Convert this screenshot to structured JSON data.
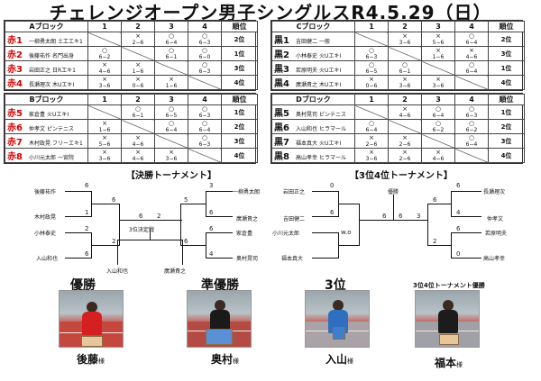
{
  "title": "チェレンジオープン男子シングルスR4.5.29（日）",
  "blocks": {
    "A": {
      "name": "Aブロック",
      "cols": [
        "1",
        "2",
        "3",
        "4",
        "順位"
      ],
      "rows": [
        {
          "id": "赤1",
          "name": "一柳勇太朗",
          "club": "土工エキ1",
          "cells": [
            null,
            {
              "m": "×",
              "s": "2−6"
            },
            {
              "m": "○",
              "s": "6−4"
            },
            {
              "m": "○",
              "s": "6−3"
            }
          ],
          "rank": "2位"
        },
        {
          "id": "赤2",
          "name": "後藤祐作",
          "club": "名門出身",
          "cells": [
            {
              "m": "○",
              "s": "6−2"
            },
            null,
            {
              "m": "○",
              "s": "6−1"
            },
            {
              "m": "○",
              "s": "6−0"
            }
          ],
          "rank": "1位"
        },
        {
          "id": "赤3",
          "name": "岩田正之",
          "club": "日R工キ1",
          "cells": [
            {
              "m": "×",
              "s": "4−6"
            },
            {
              "m": "×",
              "s": "1−6"
            },
            null,
            {
              "m": "○",
              "s": "6−3"
            }
          ],
          "rank": "3位"
        },
        {
          "id": "赤4",
          "name": "長瀬理次",
          "club": "木UエキI",
          "cells": [
            {
              "m": "×",
              "s": "3−6"
            },
            {
              "m": "×",
              "s": "0−6"
            },
            {
              "m": "×",
              "s": "1−6"
            },
            null
          ],
          "rank": "4位"
        }
      ]
    },
    "B": {
      "name": "Bブロック",
      "cols": [
        "1",
        "2",
        "3",
        "4",
        "順位"
      ],
      "rows": [
        {
          "id": "赤5",
          "name": "家倉豊",
          "club": "火UエキI",
          "cells": [
            null,
            {
              "m": "○",
              "s": "6−1"
            },
            {
              "m": "○",
              "s": "6−5"
            },
            {
              "m": "○",
              "s": "6−3"
            }
          ],
          "rank": "1位"
        },
        {
          "id": "赤6",
          "name": "仲孝文",
          "club": "ピンテニス",
          "cells": [
            {
              "m": "×",
              "s": "1−6"
            },
            null,
            {
              "m": "○",
              "s": "6−4"
            },
            {
              "m": "○",
              "s": "6−4"
            }
          ],
          "rank": "2位"
        },
        {
          "id": "赤7",
          "name": "木村政晃",
          "club": "フリーエキ1",
          "cells": [
            {
              "m": "×",
              "s": "5−6"
            },
            {
              "m": "×",
              "s": "4−6"
            },
            null,
            {
              "m": "○",
              "s": "6−3"
            }
          ],
          "rank": "3位"
        },
        {
          "id": "赤8",
          "name": "小川元太郎",
          "club": "一宮院",
          "cells": [
            {
              "m": "×",
              "s": "3−6"
            },
            {
              "m": "×",
              "s": "4−6"
            },
            {
              "m": "×",
              "s": "3−6"
            },
            null
          ],
          "rank": "4位"
        }
      ]
    },
    "C": {
      "name": "Cブロック",
      "cols": [
        "1",
        "2",
        "3",
        "4",
        "順位"
      ],
      "rows": [
        {
          "id": "黒1",
          "name": "吉田健二",
          "club": "一般",
          "cells": [
            null,
            {
              "m": "×",
              "s": "3−6"
            },
            {
              "m": "×",
              "s": "5−6"
            },
            {
              "m": "○",
              "s": "6−4"
            }
          ],
          "rank": "2位"
        },
        {
          "id": "黒2",
          "name": "小林泰史",
          "club": "火UエキI",
          "cells": [
            {
              "m": "○",
              "s": "6−3"
            },
            null,
            {
              "m": "×",
              "s": "1−6"
            },
            {
              "m": "×",
              "s": "4−6"
            }
          ],
          "rank": "3位"
        },
        {
          "id": "黒3",
          "name": "若原明夫",
          "club": "火UエキI",
          "cells": [
            {
              "m": "○",
              "s": "6−5"
            },
            {
              "m": "○",
              "s": "6−1"
            },
            null,
            {
              "m": "○",
              "s": "6−4"
            }
          ],
          "rank": "1位"
        },
        {
          "id": "黒4",
          "name": "廣瀬貴之",
          "club": "木UエキI",
          "cells": [
            {
              "m": "×",
              "s": "0−6"
            },
            {
              "m": "×",
              "s": "3−6"
            },
            {
              "m": "×",
              "s": "3−6"
            },
            null
          ],
          "rank": "4位"
        }
      ]
    },
    "D": {
      "name": "Dブロック",
      "cols": [
        "1",
        "2",
        "3",
        "4",
        "順位"
      ],
      "rows": [
        {
          "id": "黒5",
          "name": "奥村晃司",
          "club": "ピンテニス",
          "cells": [
            null,
            {
              "m": "×",
              "s": "4−6"
            },
            {
              "m": "○",
              "s": "6−4"
            },
            {
              "m": "○",
              "s": "6−3"
            }
          ],
          "rank": "1位"
        },
        {
          "id": "黒6",
          "name": "入山和也",
          "club": "ヒラマール",
          "cells": [
            {
              "m": "○",
              "s": "6−4"
            },
            null,
            {
              "m": "○",
              "s": "6−2"
            },
            {
              "m": "○",
              "s": "6−2"
            }
          ],
          "rank": "2位"
        },
        {
          "id": "黒7",
          "name": "福本真大",
          "club": "火UエキI",
          "cells": [
            {
              "m": "×",
              "s": "2−6"
            },
            {
              "m": "×",
              "s": "2−6"
            },
            null,
            {
              "m": "○",
              "s": "6−4"
            }
          ],
          "rank": "3位"
        },
        {
          "id": "黒8",
          "name": "高山孝幸",
          "club": "ヒラマール",
          "cells": [
            {
              "m": "×",
              "s": "3−6"
            },
            {
              "m": "×",
              "s": "2−6"
            },
            {
              "m": "×",
              "s": "4−6"
            },
            null
          ],
          "rank": "4位"
        }
      ]
    }
  },
  "final_title": "【決勝トーナメント】",
  "third_title": "【3位4位トーナメント】",
  "final_players": {
    "l1": "後藤祐作",
    "l2": "木村政晃",
    "l3": "小林泰史",
    "l4": "入山和也",
    "r1": "一柳勇太朗",
    "r2": "廣瀬貴之",
    "r3": "家倉豊",
    "r4": "奥村晃司",
    "bottom_left": "入山和也",
    "bottom_right": "廣瀬貴之",
    "playoff": "3位決定戦"
  },
  "final_scores": {
    "l1": "6",
    "l2": "1",
    "l3": "2",
    "l4": "6",
    "lm1": "6",
    "lm2": "2",
    "c1": "6",
    "c2": "2",
    "r1": "3",
    "r2": "6",
    "r3": "6",
    "r4": "4",
    "rm1": "5",
    "rm2": "6"
  },
  "third_players": {
    "l1": "岩田正之",
    "l2": "吉田健二",
    "l3": "小川元太郎",
    "l4": "福本真大",
    "champion": "優勝",
    "r1": "長瀬理次",
    "r2": "仲孝文",
    "r3": "若原明夫",
    "r4": "高山孝幸"
  },
  "third_scores": {
    "l1": "0",
    "l2": "6",
    "l3": "w.o",
    "c1": "6",
    "c2": "3",
    "r1": "6",
    "r2": "4",
    "r3": "6",
    "r4": "0",
    "rm1": "6",
    "rm2": "2",
    "lc": "6"
  },
  "photos": [
    {
      "title": "優勝",
      "name": "後藤",
      "suffix": "様"
    },
    {
      "title": "準優勝",
      "name": "奥村",
      "suffix": "様"
    },
    {
      "title": "3位",
      "name": "入山",
      "suffix": "様"
    },
    {
      "title": "3位4位トーナメント優勝",
      "name": "福本",
      "suffix": "様"
    }
  ],
  "colors": {
    "red_id": "#d00000",
    "court": "#c5483f"
  }
}
